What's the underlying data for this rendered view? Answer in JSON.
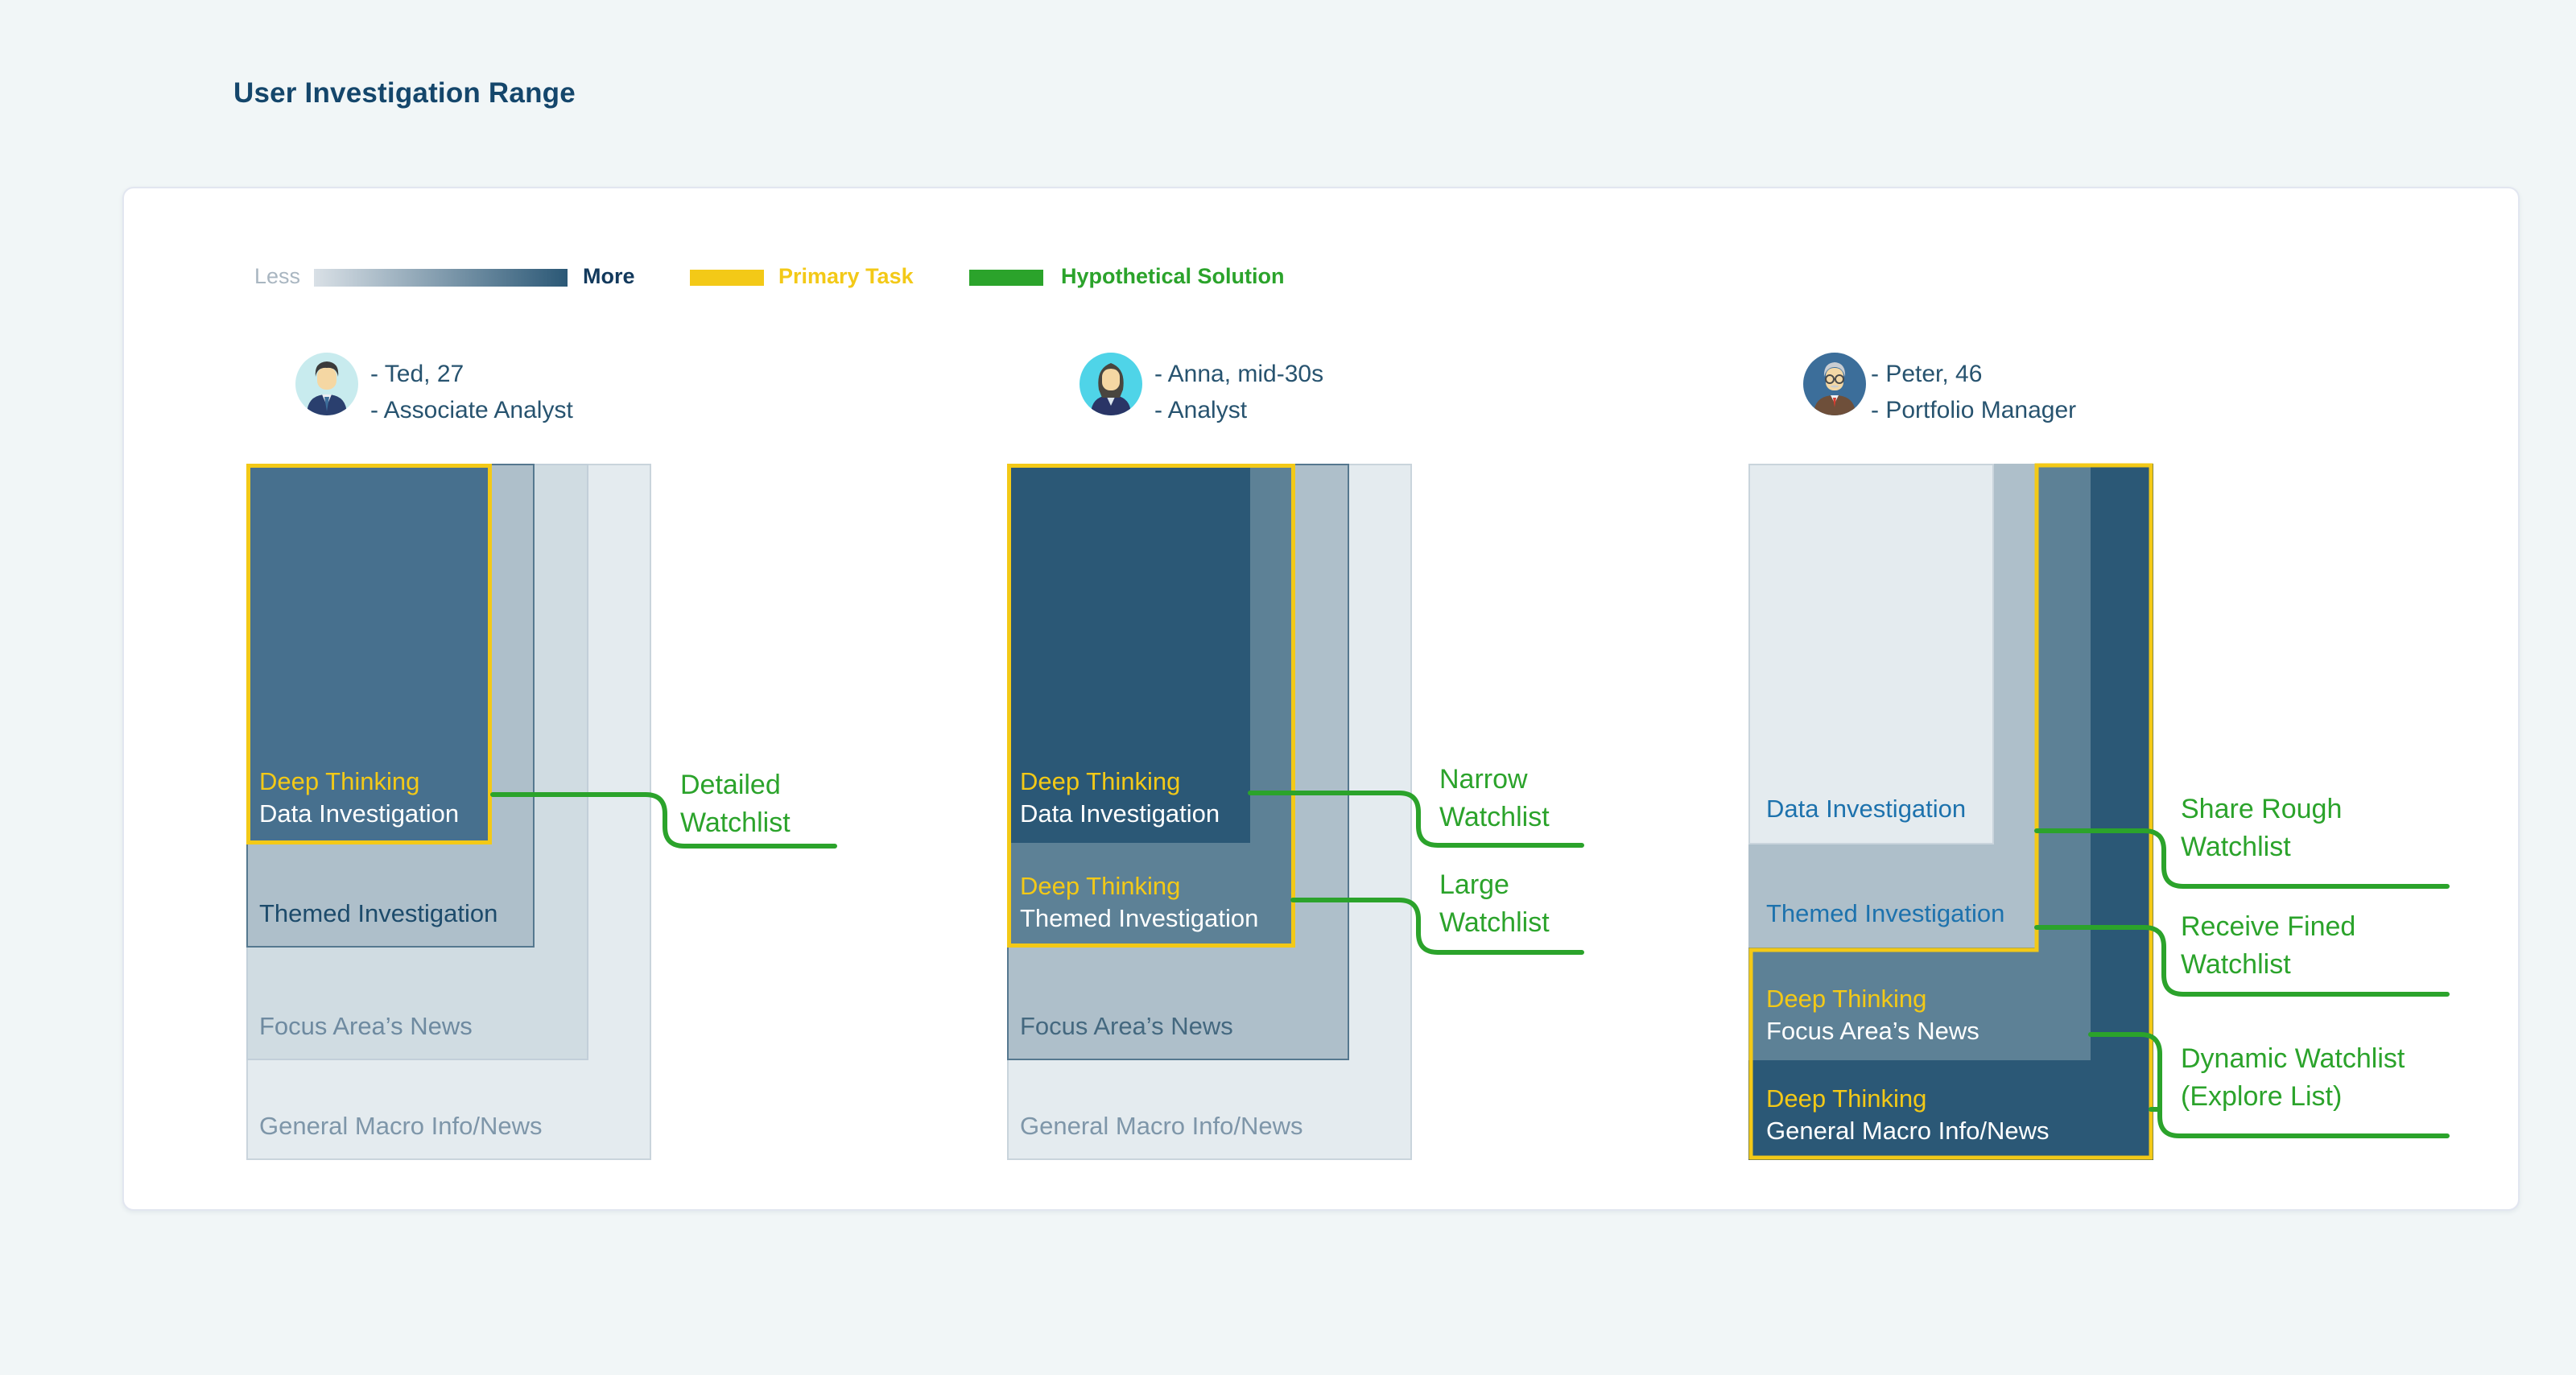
{
  "title": "User Investigation Range",
  "legend": {
    "less": "Less",
    "more": "More",
    "primary_task": "Primary Task",
    "hypothetical_solution": "Hypothetical Solution"
  },
  "colors": {
    "primary_task_yellow": "#F3C917",
    "solution_green": "#2BA32B",
    "gradient_less": "#D9E0E6",
    "gradient_more": "#2B5876",
    "title_navy": "#14466B"
  },
  "deep_thinking_label": "Deep Thinking",
  "personas": [
    {
      "name": "- Ted, 27",
      "role": "- Associate Analyst",
      "layers": {
        "general": {
          "label": "General Macro Info/News",
          "fill": "#E4EBEF",
          "label_color": "#7E96A9"
        },
        "focus": {
          "label": "Focus Area’s News",
          "fill": "#D0DCE2",
          "label_color": "#6E8AA0"
        },
        "themed": {
          "label": "Themed Investigation",
          "fill": "#AEBFCA",
          "label_color": "#1D4B6B"
        },
        "data": {
          "label": "Data Investigation",
          "fill": "#47708E",
          "label_color": "#FFFFFF",
          "deep_thinking": true,
          "primary_task": true
        }
      },
      "annotations": [
        {
          "label": "Detailed Watchlist"
        }
      ]
    },
    {
      "name": "- Anna, mid-30s",
      "role": "- Analyst",
      "layers": {
        "general": {
          "label": "General Macro Info/News",
          "fill": "#E4EBEF",
          "label_color": "#7E96A9"
        },
        "focus": {
          "label": "Focus Area’s News",
          "fill": "#AEBFCA",
          "label_color": "#44687F"
        },
        "themed": {
          "label": "Themed Investigation",
          "fill": "#5D8196",
          "label_color": "#FFFFFF",
          "deep_thinking": true,
          "primary_task": true
        },
        "data": {
          "label": "Data Investigation",
          "fill": "#2B5876",
          "label_color": "#FFFFFF",
          "deep_thinking": true
        }
      },
      "annotations": [
        {
          "label": "Narrow Watchlist"
        },
        {
          "label": "Large Watchlist"
        }
      ]
    },
    {
      "name": "- Peter, 46",
      "role": "- Portfolio Manager",
      "layers": {
        "general": {
          "label": "General Macro Info/News",
          "fill": "#2B5876",
          "label_color": "#FFFFFF",
          "deep_thinking": true,
          "primary_task": true
        },
        "focus": {
          "label": "Focus Area’s News",
          "fill": "#5D8196",
          "label_color": "#FFFFFF",
          "deep_thinking": true,
          "primary_task": true
        },
        "themed": {
          "label": "Themed Investigation",
          "fill": "#AEBFCA",
          "label_color": "#1D72AD"
        },
        "data": {
          "label": "Data Investigation",
          "fill": "#E4EBEF",
          "label_color": "#1D72AD"
        }
      },
      "annotations": [
        {
          "label": "Share Rough Watchlist"
        },
        {
          "label": "Receive Fined Watchlist"
        },
        {
          "label": "Dynamic Watchlist (Explore List)"
        }
      ]
    }
  ]
}
